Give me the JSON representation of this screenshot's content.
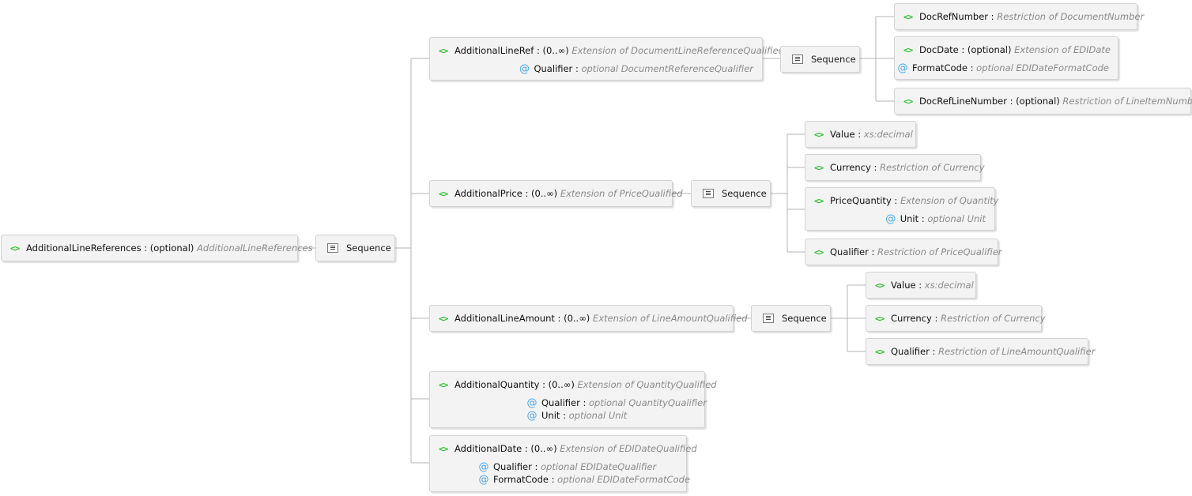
{
  "root": {
    "name": "AdditionalLineReferences",
    "occ": ": (optional)",
    "type": "AdditionalLineReferences"
  },
  "sequence_label": "Sequence",
  "line_ref": {
    "name": "AdditionalLineRef",
    "occ": ": (0..∞)",
    "type": "Extension of DocumentLineReferenceQualified",
    "attrs": [
      {
        "name": "Qualifier",
        "type": "optional  DocumentReferenceQualifier"
      }
    ],
    "children": [
      {
        "name": "DocRefNumber",
        "occ": ":",
        "type": "Restriction of DocumentNumber"
      },
      {
        "name": "DocDate",
        "occ": ": (optional)",
        "type": "Extension of EDIDate",
        "attrs": [
          {
            "name": "FormatCode",
            "type": "optional  EDIDateFormatCode"
          }
        ]
      },
      {
        "name": "DocRefLineNumber",
        "occ": ": (optional)",
        "type": "Restriction of LineItemNumber"
      }
    ]
  },
  "price": {
    "name": "AdditionalPrice",
    "occ": ": (0..∞)",
    "type": "Extension of PriceQualified",
    "children": [
      {
        "name": "Value",
        "occ": ":",
        "type": "xs:decimal"
      },
      {
        "name": "Currency",
        "occ": ":",
        "type": "Restriction of Currency"
      },
      {
        "name": "PriceQuantity",
        "occ": ":",
        "type": "Extension of Quantity",
        "attrs": [
          {
            "name": "Unit",
            "type": "optional  Unit"
          }
        ]
      },
      {
        "name": "Qualifier",
        "occ": ":",
        "type": "Restriction of PriceQualifier"
      }
    ]
  },
  "amount": {
    "name": "AdditionalLineAmount",
    "occ": ": (0..∞)",
    "type": "Extension of LineAmountQualified",
    "children": [
      {
        "name": "Value",
        "occ": ":",
        "type": "xs:decimal"
      },
      {
        "name": "Currency",
        "occ": ":",
        "type": "Restriction of Currency"
      },
      {
        "name": "Qualifier",
        "occ": ":",
        "type": "Restriction of LineAmountQualifier"
      }
    ]
  },
  "quantity": {
    "name": "AdditionalQuantity",
    "occ": ": (0..∞)",
    "type": "Extension of QuantityQualified",
    "attrs": [
      {
        "name": "Qualifier",
        "type": "optional  QuantityQualifier"
      },
      {
        "name": "Unit",
        "type": "optional  Unit"
      }
    ]
  },
  "date": {
    "name": "AdditionalDate",
    "occ": ": (0..∞)",
    "type": "Extension of EDIDateQualified",
    "attrs": [
      {
        "name": "Qualifier",
        "type": "optional  EDIDateQualifier"
      },
      {
        "name": "FormatCode",
        "type": "optional  EDIDateFormatCode"
      }
    ]
  },
  "icons": {
    "element": "element-icon",
    "attribute": "attribute-icon",
    "sequence": "sequence-icon"
  },
  "colors": {
    "element_icon": "#2fbf2f",
    "attribute_icon": "#49a6ee",
    "box_bg": "#f3f3f3",
    "wire": "#b5b5b5"
  }
}
